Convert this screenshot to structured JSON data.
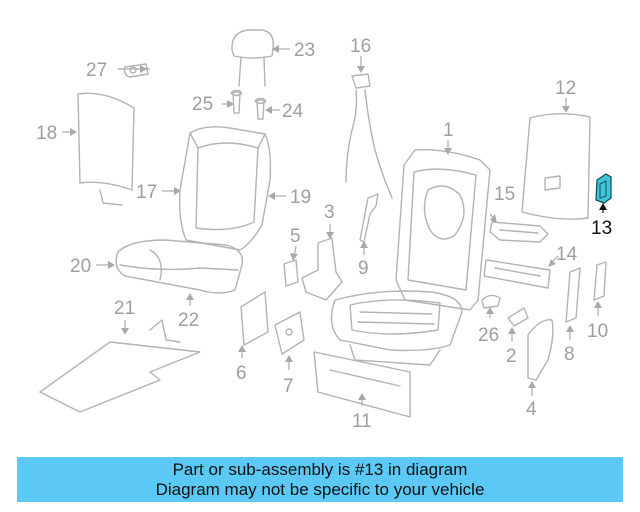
{
  "diagram": {
    "highlight_part": "13",
    "callouts": [
      "1",
      "2",
      "3",
      "4",
      "5",
      "6",
      "7",
      "8",
      "9",
      "10",
      "11",
      "12",
      "13",
      "14",
      "15",
      "16",
      "17",
      "18",
      "19",
      "20",
      "21",
      "22",
      "23",
      "24",
      "25",
      "26",
      "27"
    ]
  },
  "caption": {
    "line1": "Part or sub-assembly is #13 in diagram",
    "line2": "Diagram may not be specific to your vehicle"
  },
  "colors": {
    "caption_background": "#5bc8f5",
    "highlight": "#3cc6d8",
    "line_art": "#b3b3b3"
  }
}
